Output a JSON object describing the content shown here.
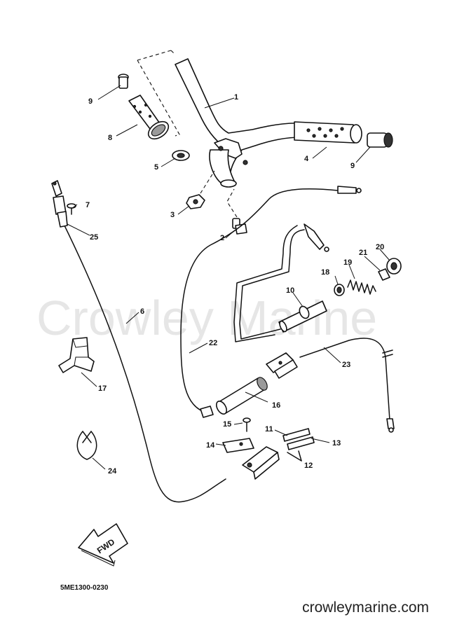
{
  "watermark": "Crowley Marine",
  "diagram_code": "5ME1300-0230",
  "fwd_label": "FWD",
  "site_url": "crowleymarine.com",
  "callouts": {
    "c1": "1",
    "c2": "2",
    "c3": "3",
    "c4": "4",
    "c5": "5",
    "c6": "6",
    "c7": "7",
    "c8": "8",
    "c9a": "9",
    "c9b": "9",
    "c10": "10",
    "c11": "11",
    "c12": "12",
    "c13": "13",
    "c14": "14",
    "c15": "15",
    "c16": "16",
    "c17": "17",
    "c18": "18",
    "c19": "19",
    "c20": "20",
    "c21": "21",
    "c22": "22",
    "c23": "23",
    "c24": "24",
    "c25": "25"
  }
}
